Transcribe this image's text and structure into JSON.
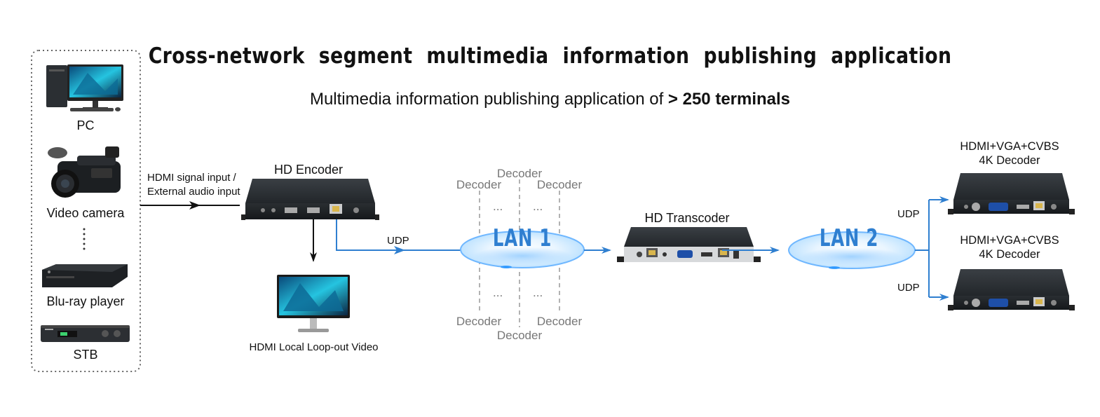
{
  "title": "Cross-network  segment  multimedia  information  publishing  application",
  "subtitle": {
    "prefix": "Multimedia information publishing application of ",
    "gt": ">",
    "emphasis": "250 terminals"
  },
  "sources": {
    "pc": "PC",
    "camera": "Video camera",
    "bluray": "Blu-ray player",
    "stb": "STB"
  },
  "input_label_line1": "HDMI signal input /",
  "input_label_line2": "External audio input",
  "encoder_label": "HD Encoder",
  "loopout_label": "HDMI Local Loop-out Video",
  "udp": "UDP",
  "decoder": "Decoder",
  "ellipsis": "...",
  "lan1": "LAN 1",
  "lan2": "LAN 2",
  "transcoder_label": "HD Transcoder",
  "decoder4k_line1": "HDMI+VGA+CVBS",
  "decoder4k_line2": "4K Decoder",
  "colors": {
    "flow_blue": "#2f7fd0",
    "arrow_black": "#111111",
    "device_dark": "#2b2f33",
    "lan_glow": "#9fd4ff"
  }
}
